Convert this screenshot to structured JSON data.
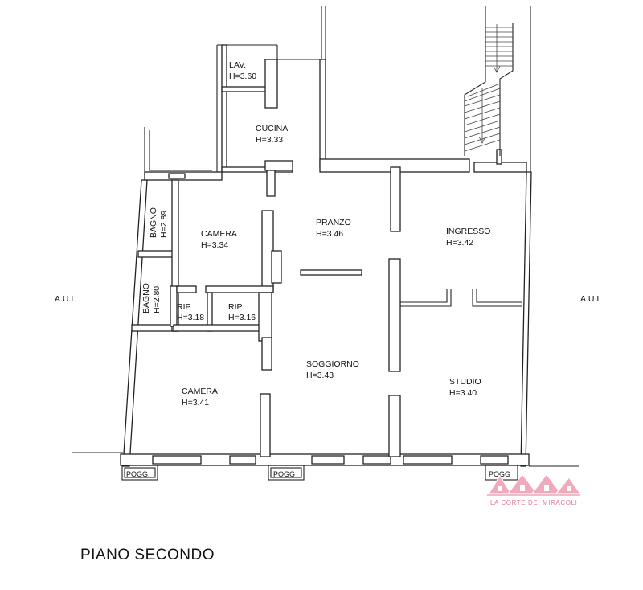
{
  "floor_title": "PIANO SECONDO",
  "neighbors": {
    "left": "A.U.I.",
    "right": "A.U.I."
  },
  "rooms": [
    {
      "name": "LAV.",
      "height": "H=3.60"
    },
    {
      "name": "CUCINA",
      "height": "H=3.33"
    },
    {
      "name": "BAGNO",
      "height": "H=2.89"
    },
    {
      "name": "CAMERA",
      "height": "H=3.34"
    },
    {
      "name": "PRANZO",
      "height": "H=3.46"
    },
    {
      "name": "INGRESSO",
      "height": "H=3.42"
    },
    {
      "name": "BAGNO",
      "height": "H=2.80"
    },
    {
      "name": "RIP.",
      "height": "H=3.18"
    },
    {
      "name": "RIP.",
      "height": "H=3.16"
    },
    {
      "name": "SOGGIORNO",
      "height": "H=3.43"
    },
    {
      "name": "CAMERA",
      "height": "H=3.41"
    },
    {
      "name": "STUDIO",
      "height": "H=3.40"
    }
  ],
  "balconies": [
    "POGG.",
    "POGG",
    "POGG"
  ],
  "logo": {
    "text": "LA CORTE DEI MIRACOLI",
    "color": "#e07a93"
  }
}
